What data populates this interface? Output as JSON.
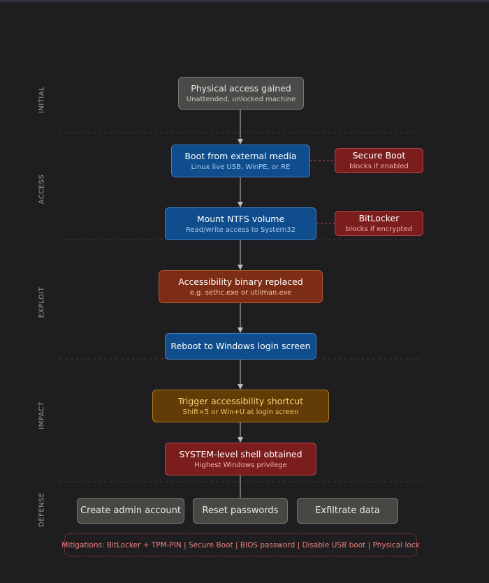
{
  "phases": [
    "INITIAL",
    "ACCESS",
    "EXPLOIT",
    "IMPACT",
    "DEFENSE"
  ],
  "steps": {
    "physical_access": {
      "title": "Physical access gained",
      "subtitle": "Unattended, unlocked machine"
    },
    "boot_media": {
      "title": "Boot from external media",
      "subtitle": "Linux live USB, WinPE, or RE"
    },
    "mount_ntfs": {
      "title": "Mount NTFS volume",
      "subtitle": "Read/write access to System32"
    },
    "binary_replaced": {
      "title": "Accessibility binary replaced",
      "subtitle": "e.g. sethc.exe or utilman.exe"
    },
    "reboot": {
      "title": "Reboot to Windows login screen"
    },
    "trigger_shortcut": {
      "title": "Trigger accessibility shortcut",
      "subtitle": "Shift×5 or Win+U at login screen"
    },
    "system_shell": {
      "title": "SYSTEM-level shell obtained",
      "subtitle": "Highest Windows privilege"
    }
  },
  "defenses": {
    "secure_boot": {
      "title": "Secure Boot",
      "subtitle": "blocks if enabled"
    },
    "bitlocker": {
      "title": "BitLocker",
      "subtitle": "blocks if encrypted"
    }
  },
  "outcomes": [
    "Create admin account",
    "Reset passwords",
    "Exfiltrate data"
  ],
  "mitigations": "Mitigations: BitLocker + TPM-PIN | Secure Boot | BIOS password | Disable USB boot | Physical lock",
  "colors": {
    "background": "#1e1e21",
    "initial": "#4a4a48",
    "access": "#0f4d8c",
    "exploit": "#7d2d15",
    "trigger": "#613c06",
    "defense": "#7c1d1d",
    "outcome": "#474744"
  }
}
